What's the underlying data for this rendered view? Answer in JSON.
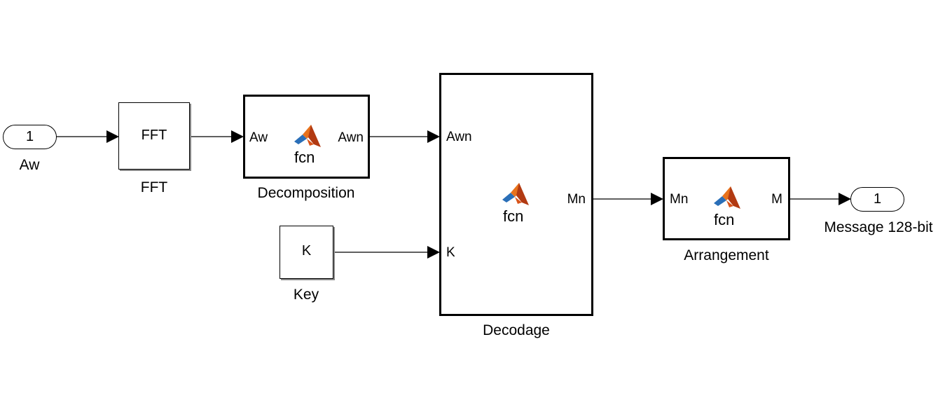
{
  "inport": {
    "number": "1",
    "label": "Aw"
  },
  "fft": {
    "text": "FFT",
    "label": "FFT"
  },
  "decomposition": {
    "in_port": "Aw",
    "out_port": "Awn",
    "fcn": "fcn",
    "label": "Decomposition"
  },
  "key": {
    "text": "K",
    "label": "Key"
  },
  "decodage": {
    "in_port_1": "Awn",
    "in_port_2": "K",
    "out_port": "Mn",
    "fcn": "fcn",
    "label": "Decodage"
  },
  "arrangement": {
    "in_port": "Mn",
    "out_port": "M",
    "fcn": "fcn",
    "label": "Arrangement"
  },
  "outport": {
    "number": "1",
    "label": "Message 128-bit"
  },
  "icons": {
    "function_block_icon": "matlab-logo-icon"
  },
  "colors": {
    "line": "#000000",
    "logo_orange": "#e8721c",
    "logo_red": "#b23a12",
    "logo_blue": "#2a6fb8"
  }
}
